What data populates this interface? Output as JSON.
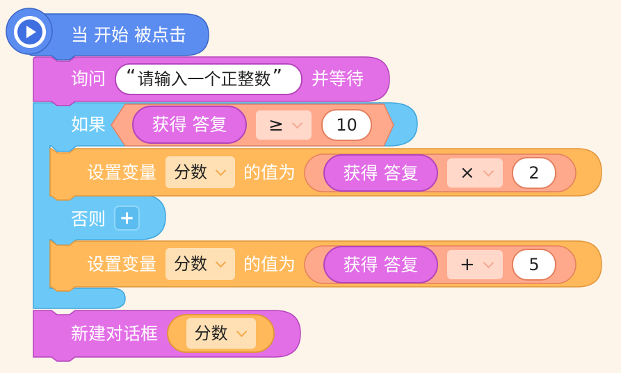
{
  "event_block": {
    "label": "当 开始 被点击",
    "icon": "play-icon",
    "color": "#5b8cf0"
  },
  "ask_block": {
    "label_before": "询问",
    "question": "请输入一个正整数",
    "quote_open": "“",
    "quote_close": "”",
    "label_after": "并等待",
    "color": "#e36fe7"
  },
  "if_block": {
    "if_label": "如果",
    "else_label": "否则",
    "add_button_label": "+",
    "color": "#6cc9f7",
    "condition": {
      "left": "获得 答复",
      "operator": "≥",
      "right": "10",
      "color": "#ffa98c"
    },
    "then_branch": {
      "label_set": "设置变量",
      "variable": "分数",
      "label_value": "的值为",
      "expr_left": "获得 答复",
      "expr_operator": "×",
      "expr_right": "2",
      "color": "#ffb95a"
    },
    "else_branch": {
      "label_set": "设置变量",
      "variable": "分数",
      "label_value": "的值为",
      "expr_left": "获得 答复",
      "expr_operator": "+",
      "expr_right": "5",
      "color": "#ffb95a"
    }
  },
  "dialog_block": {
    "label": "新建对话框",
    "variable": "分数",
    "color": "#e36fe7"
  }
}
